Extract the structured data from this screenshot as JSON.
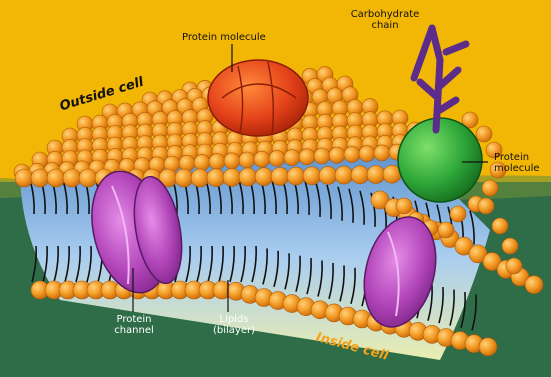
{
  "labels": {
    "protein_top": "Protein molecule",
    "carbohydrate_line1": "Carbohydrate",
    "carbohydrate_line2": "chain",
    "protein_right_line1": "Protein",
    "protein_right_line2": "molecule",
    "protein_channel_line1": "Protein",
    "protein_channel_line2": "channel",
    "lipid_line1": "Lipids",
    "lipid_line2": "(bilayer)"
  },
  "regions": {
    "outside": "Outside cell",
    "inside": "Inside cell"
  },
  "colors": {
    "background_top": "#f2b705",
    "background_bottom": "#2f6d48",
    "phospholipid_head": "#f39a24",
    "lipid_core": "#7fb4e6",
    "channel_protein": "#b044b8",
    "top_protein": "#e5431a",
    "right_protein": "#2fa83a",
    "carbohydrate": "#5b2c8a"
  }
}
